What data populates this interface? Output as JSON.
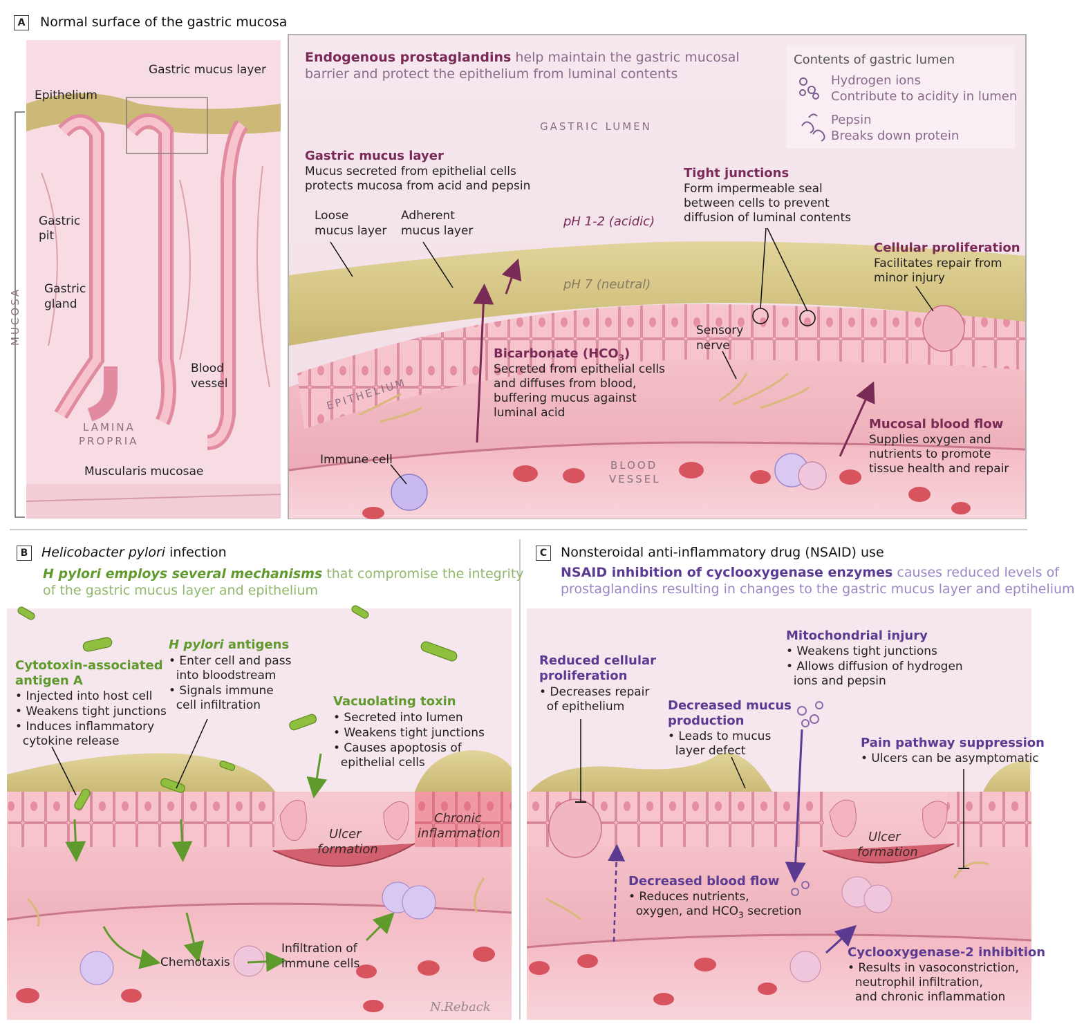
{
  "colors": {
    "plum": "#7a2a57",
    "green": "#5f9a2c",
    "violet": "#5b3a92",
    "tissue": "#f3c2c9",
    "mucus": "#d7c98a",
    "lumen": "#f6eaf0"
  },
  "panelA": {
    "letter": "A",
    "title": "Normal surface of the gastric mucosa",
    "left_labels": {
      "mucus_layer": "Gastric mucus layer",
      "epithelium": "Epithelium",
      "gastric_pit": [
        "Gastric",
        "pit"
      ],
      "gastric_gland": [
        "Gastric",
        "gland"
      ],
      "blood_vessel": [
        "Blood",
        "vessel"
      ],
      "lamina_propria": [
        "LAMINA",
        "PROPRIA"
      ],
      "muscularis": "Muscularis mucosae",
      "mucosa": "MUCOSA"
    },
    "intro": {
      "bold": "Endogenous prostaglandins",
      "line1_rest": " help maintain the gastric mucosal",
      "line2": "barrier and protect the epithelium from luminal contents"
    },
    "legend": {
      "title": "Contents of gastric lumen",
      "items": [
        {
          "name": "Hydrogen ions",
          "desc": "Contribute to acidity in lumen",
          "icon": "hydrogen-ions-icon"
        },
        {
          "name": "Pepsin",
          "desc": "Breaks down protein",
          "icon": "pepsin-icon"
        }
      ]
    },
    "gastric_lumen": "GASTRIC LUMEN",
    "mucus_layer": {
      "title": "Gastric mucus layer",
      "lines": [
        "Mucus secreted from epithelial cells",
        "protects mucosa from acid and pepsin"
      ]
    },
    "loose": [
      "Loose",
      "mucus layer"
    ],
    "adherent": [
      "Adherent",
      "mucus layer"
    ],
    "ph_acidic": "pH 1-2 (acidic)",
    "ph_neutral": "pH 7 (neutral)",
    "tight": {
      "title": "Tight junctions",
      "lines": [
        "Form impermeable seal",
        "between cells to prevent",
        "diffusion of luminal contents"
      ]
    },
    "proliferation": {
      "title": "Cellular proliferation",
      "lines": [
        "Facilitates repair from",
        "minor injury"
      ]
    },
    "bicarbonate": {
      "title": "Bicarbonate (HCO",
      "sub": "3",
      "close": ")",
      "lines": [
        "Secreted from epithelial cells",
        "and diffuses from blood,",
        "buffering mucus against",
        "luminal acid"
      ]
    },
    "sensory": [
      "Sensory",
      "nerve"
    ],
    "epithelium_word": "EPITHELIUM",
    "immune": "Immune cell",
    "blood_vessel_word": [
      "BLOOD",
      "VESSEL"
    ],
    "blood_flow": {
      "title": "Mucosal blood flow",
      "lines": [
        "Supplies oxygen and",
        "nutrients to promote",
        "tissue health and repair"
      ]
    }
  },
  "panelB": {
    "letter": "B",
    "title_italic": "Helicobacter pylori",
    "title_rest": " infection",
    "intro": {
      "bold": "H pylori employs several mechanisms",
      "line1_rest": " that compromise the integrity",
      "line2": "of the gastric mucus layer and epithelium"
    },
    "caga": {
      "title": [
        "Cytotoxin-associated",
        "antigen A"
      ],
      "bullets": [
        "• Injected into host cell",
        "• Weakens tight junctions",
        "• Induces inflammatory",
        "  cytokine release"
      ]
    },
    "antigens": {
      "title_italic": "H pylori",
      "title_rest": " antigens",
      "bullets": [
        "• Enter cell and pass",
        "  into bloodstream",
        "• Signals immune",
        "  cell infiltration"
      ]
    },
    "vaca": {
      "title": "Vacuolating toxin",
      "bullets": [
        "• Secreted into lumen",
        "• Weakens tight junctions",
        "• Causes apoptosis of",
        "  epithelial cells"
      ]
    },
    "ulcer": [
      "Ulcer",
      "formation"
    ],
    "chronic": [
      "Chronic",
      "inflammation"
    ],
    "chemotaxis": "Chemotaxis",
    "infiltration": [
      "Infiltration of",
      "immune cells"
    ],
    "signature": "N.Reback"
  },
  "panelC": {
    "letter": "C",
    "title": "Nonsteroidal anti-inflammatory drug (NSAID) use",
    "intro": {
      "bold": "NSAID inhibition of cyclooxygenase enzymes",
      "line1_rest": " causes reduced levels of",
      "line2": "prostaglandins resulting in changes to the gastric mucus layer and eptihelium"
    },
    "mito": {
      "title": "Mitochondrial injury",
      "bullets": [
        "• Weakens tight junctions",
        "• Allows diffusion of hydrogen",
        "  ions and pepsin"
      ]
    },
    "reduced": {
      "title": [
        "Reduced cellular",
        "proliferation"
      ],
      "bullets": [
        "• Decreases repair",
        "  of epithelium"
      ]
    },
    "mucus": {
      "title": [
        "Decreased mucus",
        "production"
      ],
      "bullets": [
        "• Leads to mucus",
        "  layer defect"
      ]
    },
    "pain": {
      "title": "Pain pathway suppression",
      "bullets": [
        "• Ulcers can be asymptomatic"
      ]
    },
    "ulcer": [
      "Ulcer",
      "formation"
    ],
    "blood": {
      "title": "Decreased blood flow",
      "line1": "• Reduces nutrients,",
      "line2_pre": "  oxygen, and HCO",
      "line2_sub": "3",
      "line2_post": " secretion"
    },
    "cox": {
      "title": "Cyclooxygenase-2 inhibition",
      "bullets": [
        "• Results in vasoconstriction,",
        "  neutrophil infiltration,",
        "  and chronic inflammation"
      ]
    }
  }
}
